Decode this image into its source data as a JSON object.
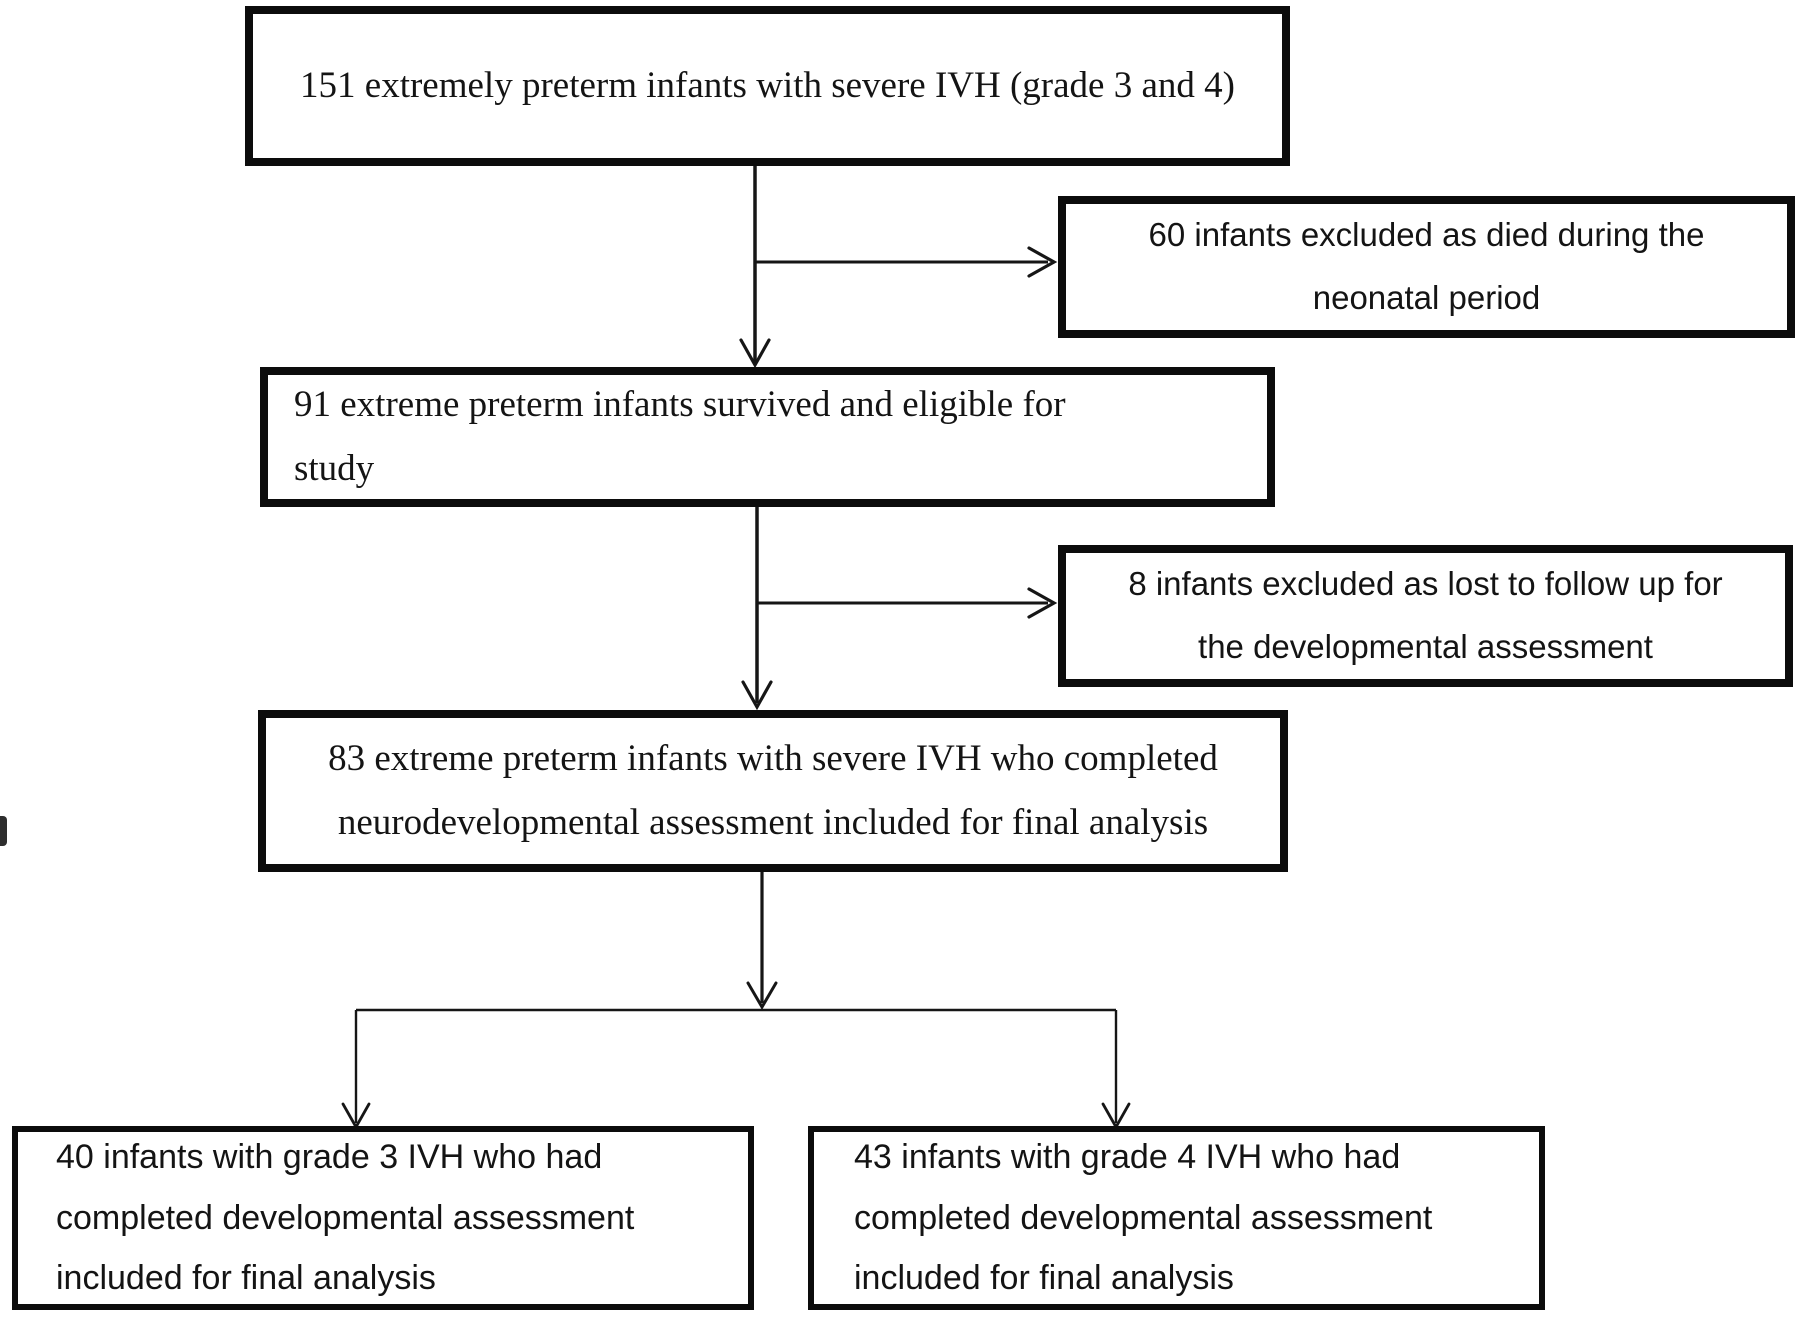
{
  "figure": {
    "type": "patient-flow-diagram",
    "background": "#ffffff",
    "line_color": "#161616",
    "border_color": "#0c0c0c",
    "boxes": {
      "enrolled": "151 extremely preterm infants with severe IVH (grade 3 and 4)",
      "excluded_died": "60 infants excluded as died during the\nneonatal period",
      "survived": "91 extreme preterm infants survived and eligible for\nstudy",
      "excluded_lost": "8 infants excluded as lost to follow up for\nthe developmental assessment",
      "completed": "83 extreme preterm infants with severe IVH who completed\nneurodevelopmental assessment included for final analysis",
      "grade3": "40 infants with grade 3 IVH who had\ncompleted developmental assessment\nincluded for final analysis",
      "grade4": "43 infants with grade 4 IVH who had\ncompleted developmental assessment\nincluded for final analysis"
    }
  }
}
